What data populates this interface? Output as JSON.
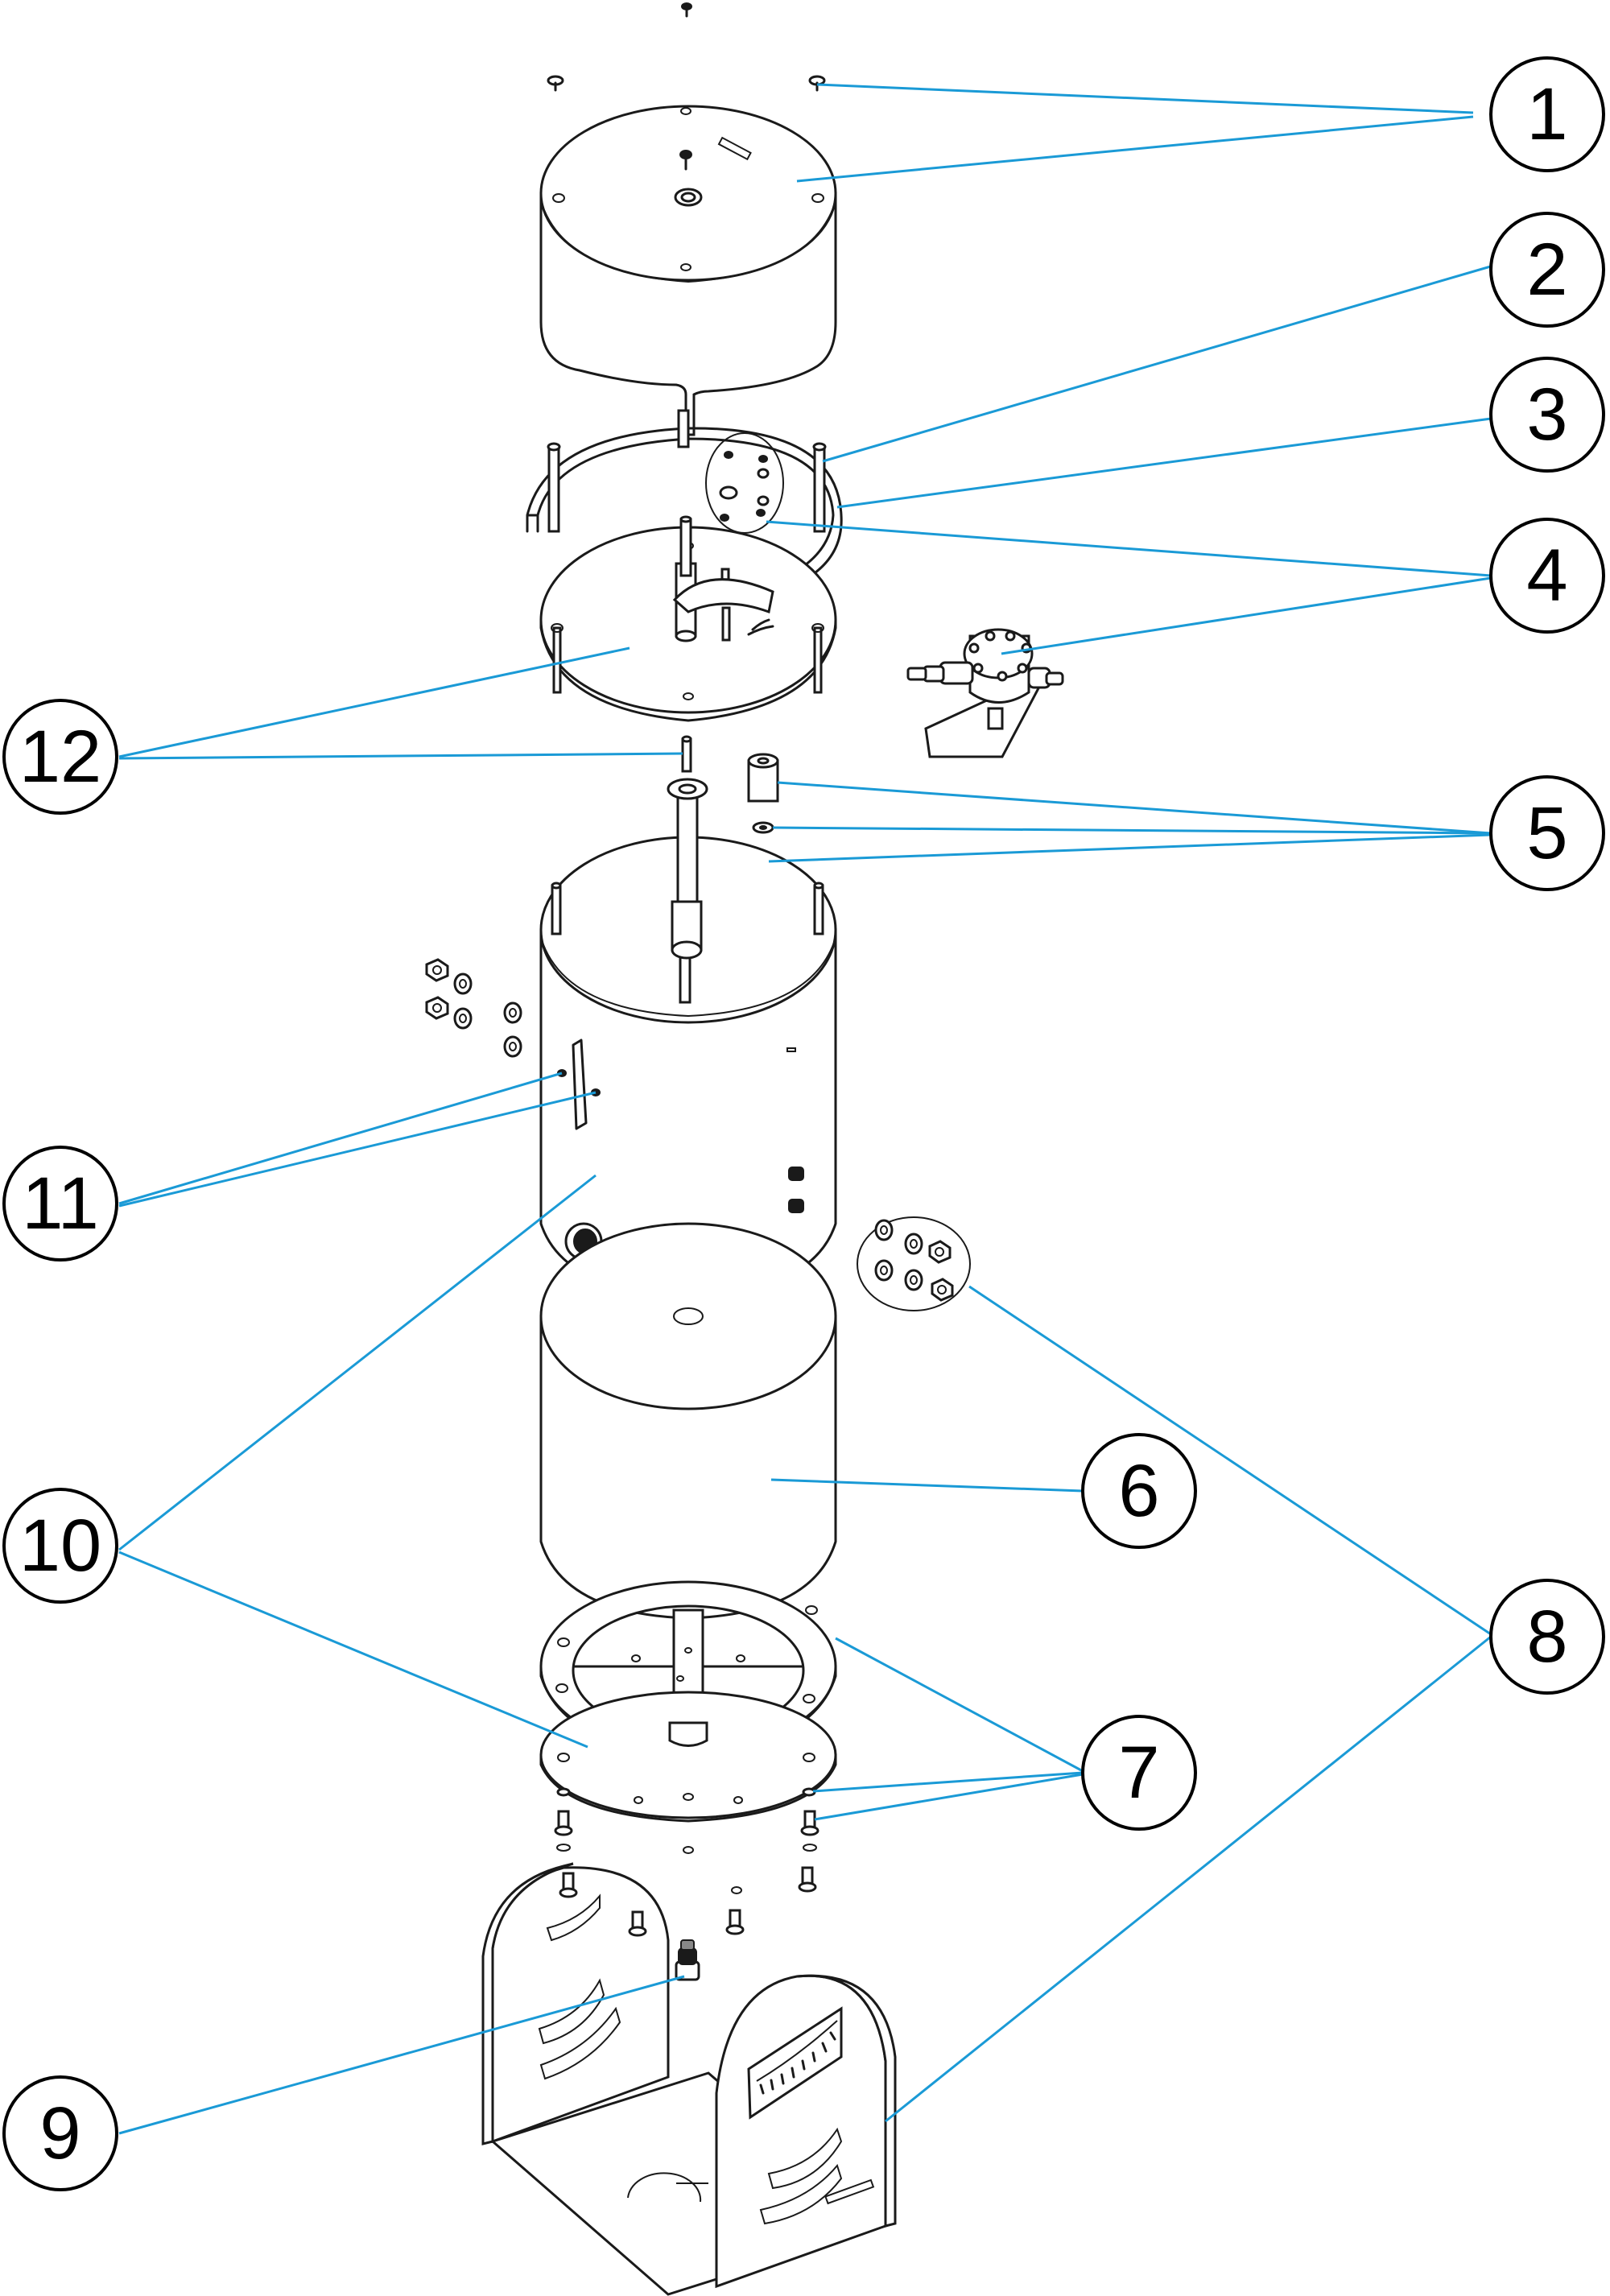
{
  "colors": {
    "leader": "#1a9ad6",
    "outline": "#1a1a1a",
    "callout_border": "#000000",
    "background": "#ffffff"
  },
  "callouts": [
    {
      "id": "1",
      "label": "1"
    },
    {
      "id": "2",
      "label": "2"
    },
    {
      "id": "3",
      "label": "3"
    },
    {
      "id": "4",
      "label": "4"
    },
    {
      "id": "5",
      "label": "5"
    },
    {
      "id": "6",
      "label": "6"
    },
    {
      "id": "7",
      "label": "7"
    },
    {
      "id": "8",
      "label": "8"
    },
    {
      "id": "9",
      "label": "9"
    },
    {
      "id": "10",
      "label": "10"
    },
    {
      "id": "11",
      "label": "11"
    },
    {
      "id": "12",
      "label": "12"
    }
  ]
}
